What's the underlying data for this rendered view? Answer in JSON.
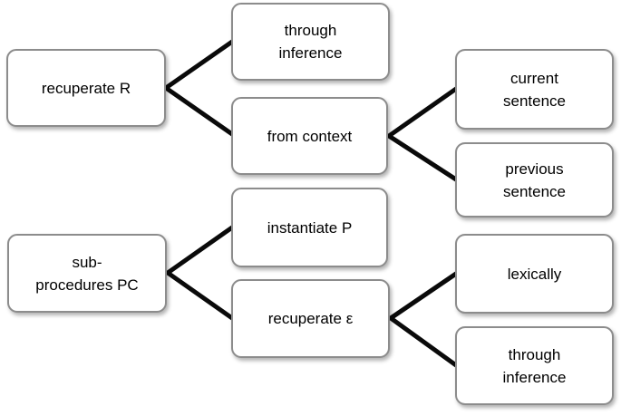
{
  "diagram": {
    "background_color": "#ffffff",
    "node_fill_color": "#ffffff",
    "node_border_color": "#8c8c8c",
    "connector_color": "#0a0a0a",
    "text_color": "#000000",
    "nodes": {
      "recuperate_r": {
        "lines": [
          "recuperate R"
        ]
      },
      "sub_procedures_pc": {
        "lines": [
          "sub-",
          "procedures PC"
        ]
      },
      "through_inf_top": {
        "lines": [
          "through",
          "inference"
        ]
      },
      "from_context": {
        "lines": [
          "from context"
        ]
      },
      "instantiate_p": {
        "lines": [
          "instantiate P"
        ]
      },
      "recuperate_epsilon": {
        "lines": [
          "recuperate ε"
        ]
      },
      "current_sentence": {
        "lines": [
          "current",
          "sentence"
        ]
      },
      "previous_sentence": {
        "lines": [
          "previous",
          "sentence"
        ]
      },
      "lexically": {
        "lines": [
          "lexically"
        ]
      },
      "through_inf_bottom": {
        "lines": [
          "through",
          "inference"
        ]
      }
    },
    "edges": [
      {
        "from": "recuperate R",
        "to": "through inference (top)"
      },
      {
        "from": "recuperate R",
        "to": "from context"
      },
      {
        "from": "from context",
        "to": "current sentence"
      },
      {
        "from": "from context",
        "to": "previous sentence"
      },
      {
        "from": "sub-procedures PC",
        "to": "instantiate P"
      },
      {
        "from": "sub-procedures PC",
        "to": "recuperate ε"
      },
      {
        "from": "recuperate ε",
        "to": "lexically"
      },
      {
        "from": "recuperate ε",
        "to": "through inference (bottom)"
      }
    ]
  }
}
